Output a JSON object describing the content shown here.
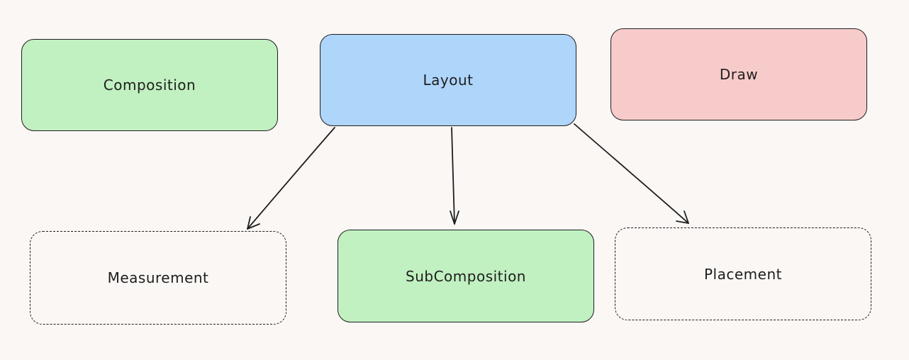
{
  "colors": {
    "background": "#fbf7f5",
    "stroke": "#1e1e1e",
    "green": "#c1f0c1",
    "blue": "#aed5fa",
    "red": "#f8cbcb",
    "none": "transparent"
  },
  "nodes": {
    "composition": {
      "label": "Composition",
      "fill": "green",
      "border": "solid"
    },
    "layout": {
      "label": "Layout",
      "fill": "blue",
      "border": "solid"
    },
    "draw": {
      "label": "Draw",
      "fill": "red",
      "border": "solid"
    },
    "measurement": {
      "label": "Measurement",
      "fill": "none",
      "border": "dashed"
    },
    "subcomposition": {
      "label": "SubComposition",
      "fill": "green",
      "border": "solid"
    },
    "placement": {
      "label": "Placement",
      "fill": "none",
      "border": "dashed"
    }
  },
  "edges": [
    {
      "from": "layout",
      "to": "measurement"
    },
    {
      "from": "layout",
      "to": "subcomposition"
    },
    {
      "from": "layout",
      "to": "placement"
    }
  ]
}
